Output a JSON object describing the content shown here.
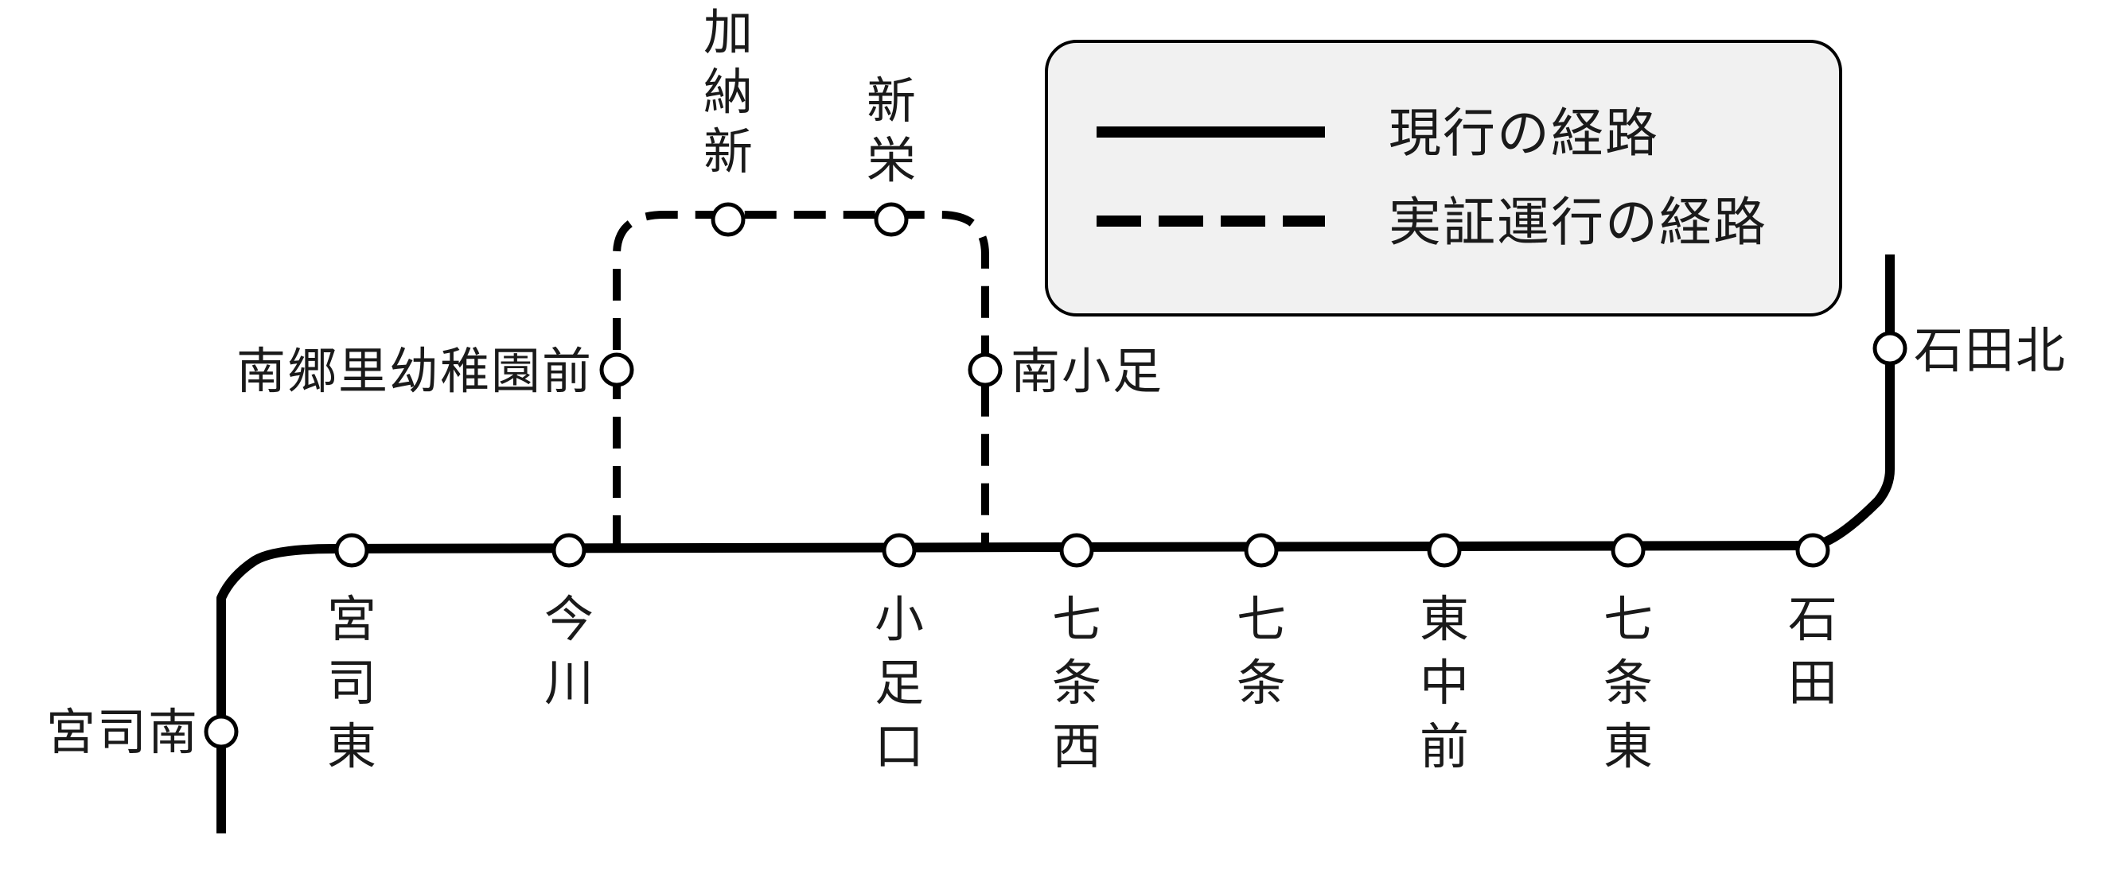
{
  "legend": {
    "current_route": "現行の経路",
    "trial_route": "実証運行の経路"
  },
  "stations": {
    "miyaji_minami": "宮司南",
    "miyaji_higashi": "宮司東",
    "imagawa": "今川",
    "minami_gouri_yochien_mae": "南郷里幼稚園前",
    "kano_shin": "加納新",
    "shinsakae": "新栄",
    "minami_koashi": "南小足",
    "koashi_guchi": "小足口",
    "shichijo_nishi": "七条西",
    "shichijo": "七条",
    "higashi_nakamae": "東中前",
    "shichijo_higashi": "七条東",
    "ishida": "石田",
    "ishida_kita": "石田北"
  },
  "colors": {
    "line": "#000000",
    "legend_background": "#f1f1f1",
    "station_fill": "#ffffff"
  }
}
